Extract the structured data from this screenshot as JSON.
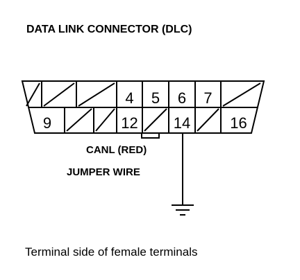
{
  "title": "DATA LINK CONNECTOR (DLC)",
  "connector": {
    "top_row_pins": [
      "",
      "",
      "",
      "4",
      "5",
      "6",
      "7",
      ""
    ],
    "bottom_row_pins": [
      "9",
      "",
      "",
      "12",
      "",
      "14",
      "",
      "16"
    ]
  },
  "labels": {
    "canl": "CANL (RED)",
    "jumper": "JUMPER WIRE"
  },
  "caption": "Terminal side of female terminals"
}
